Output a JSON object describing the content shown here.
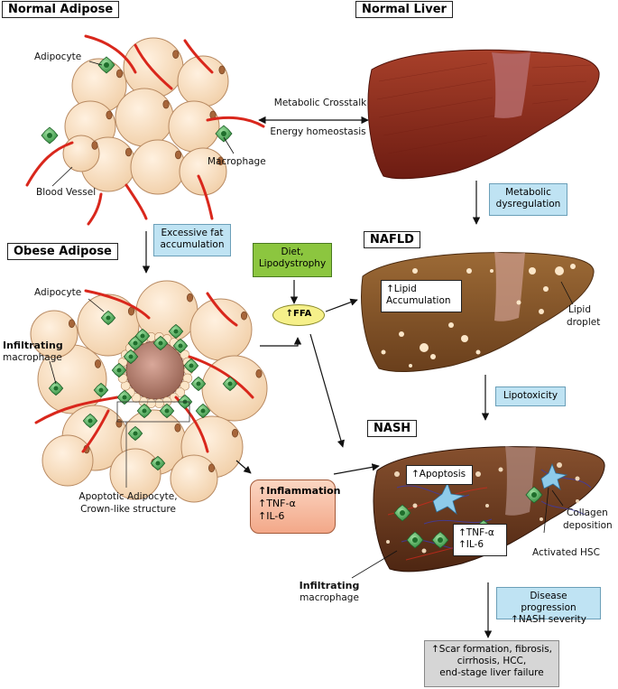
{
  "titles": {
    "normal_adipose": "Normal Adipose",
    "normal_liver": "Normal Liver",
    "obese_adipose": "Obese Adipose",
    "nafld": "NAFLD",
    "nash": "NASH"
  },
  "labels": {
    "adipocyte_top": "Adipocyte",
    "blood_vessel": "Blood Vessel",
    "macrophage": "Macrophage",
    "crosstalk_1": "Metabolic Crosstalk",
    "crosstalk_2": "Energy homeostasis",
    "adipocyte_obese": "Adipocyte",
    "infiltrating_1": "Infiltrating",
    "infiltrating_2": "macrophage",
    "apoptotic_1": "Apoptotic Adipocyte,",
    "apoptotic_2": "Crown-like structure",
    "lipid_droplet_1": "Lipid",
    "lipid_droplet_2": "droplet",
    "collagen_1": "Collagen",
    "collagen_2": "deposition",
    "activated_hsc": "Activated HSC",
    "infiltrating_nash_1": "Infiltrating",
    "infiltrating_nash_2": "macrophage"
  },
  "boxes": {
    "excessive_fat_1": "Excessive fat",
    "excessive_fat_2": "accumulation",
    "metabolic_dysreg_1": "Metabolic",
    "metabolic_dysreg_2": "dysregulation",
    "diet_1": "Diet,",
    "diet_2": "Lipodystrophy",
    "ffa": "↑FFA",
    "lipid_acc_1": "↑Lipid",
    "lipid_acc_2": "Accumulation",
    "lipotoxicity": "Lipotoxicity",
    "apoptosis": "↑Apoptosis",
    "nash_tnf": "↑TNF-α",
    "nash_il6": "↑IL-6",
    "inflammation": "↑Inflammation",
    "infl_tnf": "↑TNF-α",
    "infl_il6": "↑IL-6",
    "disease_prog_1": "Disease progression",
    "disease_prog_2": "↑NASH severity",
    "scar_1": "↑Scar formation, fibrosis,",
    "scar_2": "cirrhosis, HCC,",
    "scar_3": "end-stage liver failure"
  },
  "colors": {
    "adipocyte": "#f7dcc0",
    "vessel": "#d9271c",
    "macrophage": "#3fa34d",
    "liver_normal": "#8f2a1c",
    "liver_nafld": "#8b5a2b",
    "liver_nash": "#6e3b22",
    "blue_box": "#bfe3f3",
    "green_box": "#8cc63f"
  }
}
